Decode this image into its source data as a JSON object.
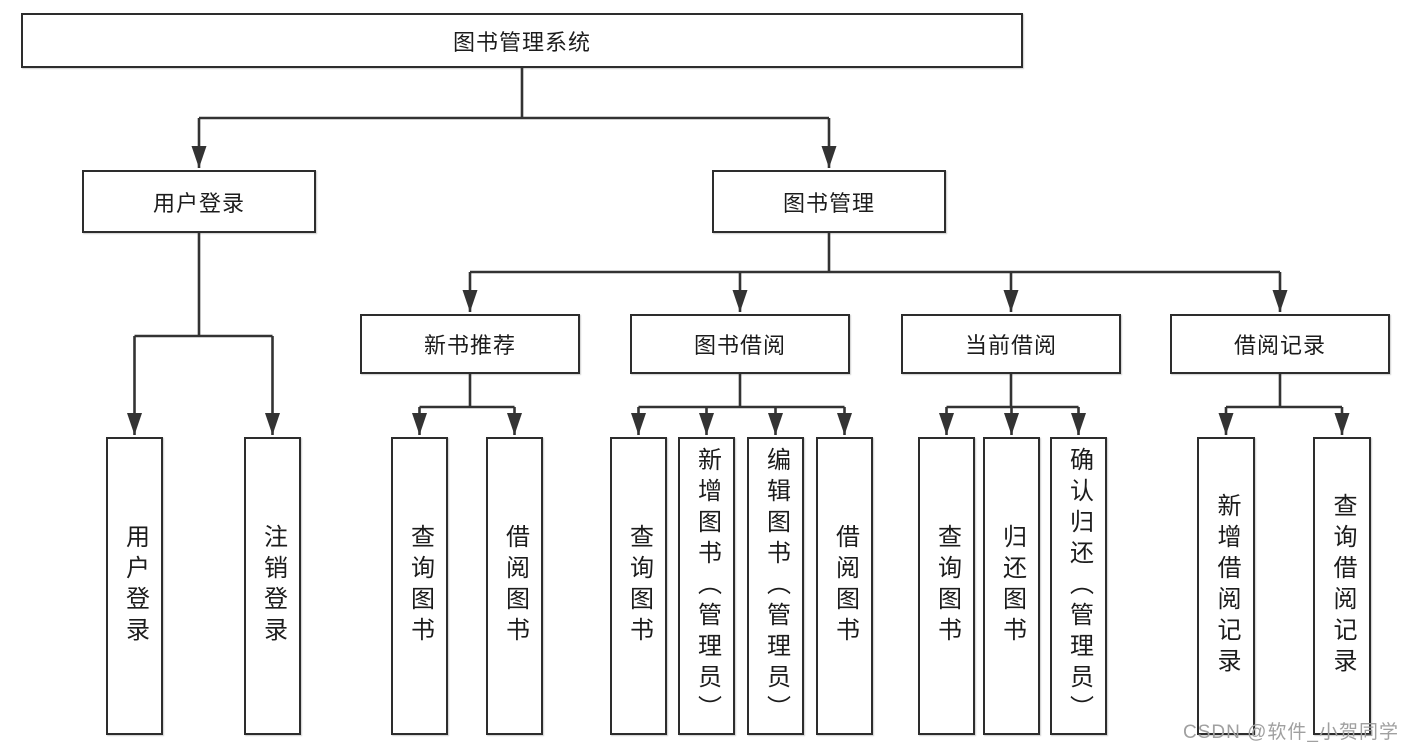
{
  "colors": {
    "line": "#333333",
    "border": "#2d2d2d",
    "text": "#1c1c1c",
    "watermark": "#a0a0a0",
    "background": "#ffffff"
  },
  "watermark": {
    "text": "CSDN @软件_小贺同学"
  },
  "tree": {
    "root": {
      "label": "图书管理系统"
    },
    "branches": [
      {
        "label": "用户登录",
        "children": [
          {
            "label": "用户登录"
          },
          {
            "label": "注销登录"
          }
        ]
      },
      {
        "label": "图书管理",
        "children": [
          {
            "label": "新书推荐",
            "children": [
              {
                "label": "查询图书"
              },
              {
                "label": "借阅图书"
              }
            ]
          },
          {
            "label": "图书借阅",
            "children": [
              {
                "label": "查询图书"
              },
              {
                "label": "新增图书（管理员）"
              },
              {
                "label": "编辑图书（管理员）"
              },
              {
                "label": "借阅图书"
              }
            ]
          },
          {
            "label": "当前借阅",
            "children": [
              {
                "label": "查询图书"
              },
              {
                "label": "归还图书"
              },
              {
                "label": "确认归还（管理员）"
              }
            ]
          },
          {
            "label": "借阅记录",
            "children": [
              {
                "label": "新增借阅记录"
              },
              {
                "label": "查询借阅记录"
              }
            ]
          }
        ]
      }
    ]
  }
}
